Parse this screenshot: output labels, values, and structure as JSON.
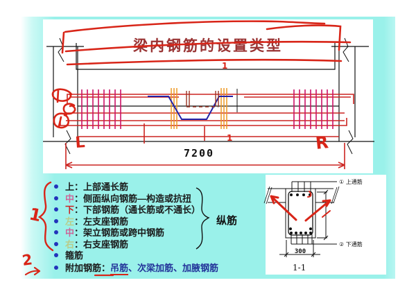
{
  "slide": {
    "title": "梁内钢筋的设置类型",
    "colors": {
      "background": "#9af1ea",
      "title": "#993333",
      "handwriting": "#d82518",
      "rebar_red": "#cc2420",
      "stirrup_magenta": "#cc1166",
      "stirrup_orange": "#ee9922",
      "bent_bar_blue": "#2222a8",
      "secondary_beam_brown": "#993322",
      "bullet_dot": "#2233bb",
      "list_blue": "#223399",
      "key_dark": "#1a1a1a",
      "key_pink": "#cc6699",
      "key_red": "#cc2222",
      "key_pale": "#b9cc8a"
    }
  },
  "drawing": {
    "span_dimension": "7200",
    "section_mark_top": "1",
    "section_mark_beam": "1",
    "left_support_label": "L",
    "right_support_label": "R"
  },
  "annotations": {
    "group1": "1",
    "group2": "2"
  },
  "list": {
    "items": [
      {
        "key": "上",
        "rest": "：上部通长筋",
        "key_color": "#1a1a1a"
      },
      {
        "key": "中",
        "rest": "：侧面纵向钢筋—构造或抗扭",
        "key_color": "#cc6699"
      },
      {
        "key": "下",
        "rest": "：下部钢筋（通长筋或不通长）",
        "key_color": "#cc2222"
      },
      {
        "key": "左",
        "rest": "：左支座钢筋",
        "key_color": "#b9cc8a"
      },
      {
        "key": "中",
        "rest": "：架立钢筋或跨中钢筋",
        "key_color": "#cc6699"
      },
      {
        "key": "右",
        "rest": "：右支座钢筋",
        "key_color": "#b9cc8a"
      },
      {
        "key": "",
        "rest": "箍筋",
        "key_color": "#1a1a1a"
      }
    ],
    "item8": {
      "label": "附加钢筋：",
      "underlined": "吊筋",
      "rest": "、次梁加筋、加腋钢筋"
    },
    "brace_label": "纵筋"
  },
  "section": {
    "top_leader": "① 上通筋",
    "bottom_leader": "② 下通筋",
    "width_dim": "300",
    "name": "1-1"
  }
}
